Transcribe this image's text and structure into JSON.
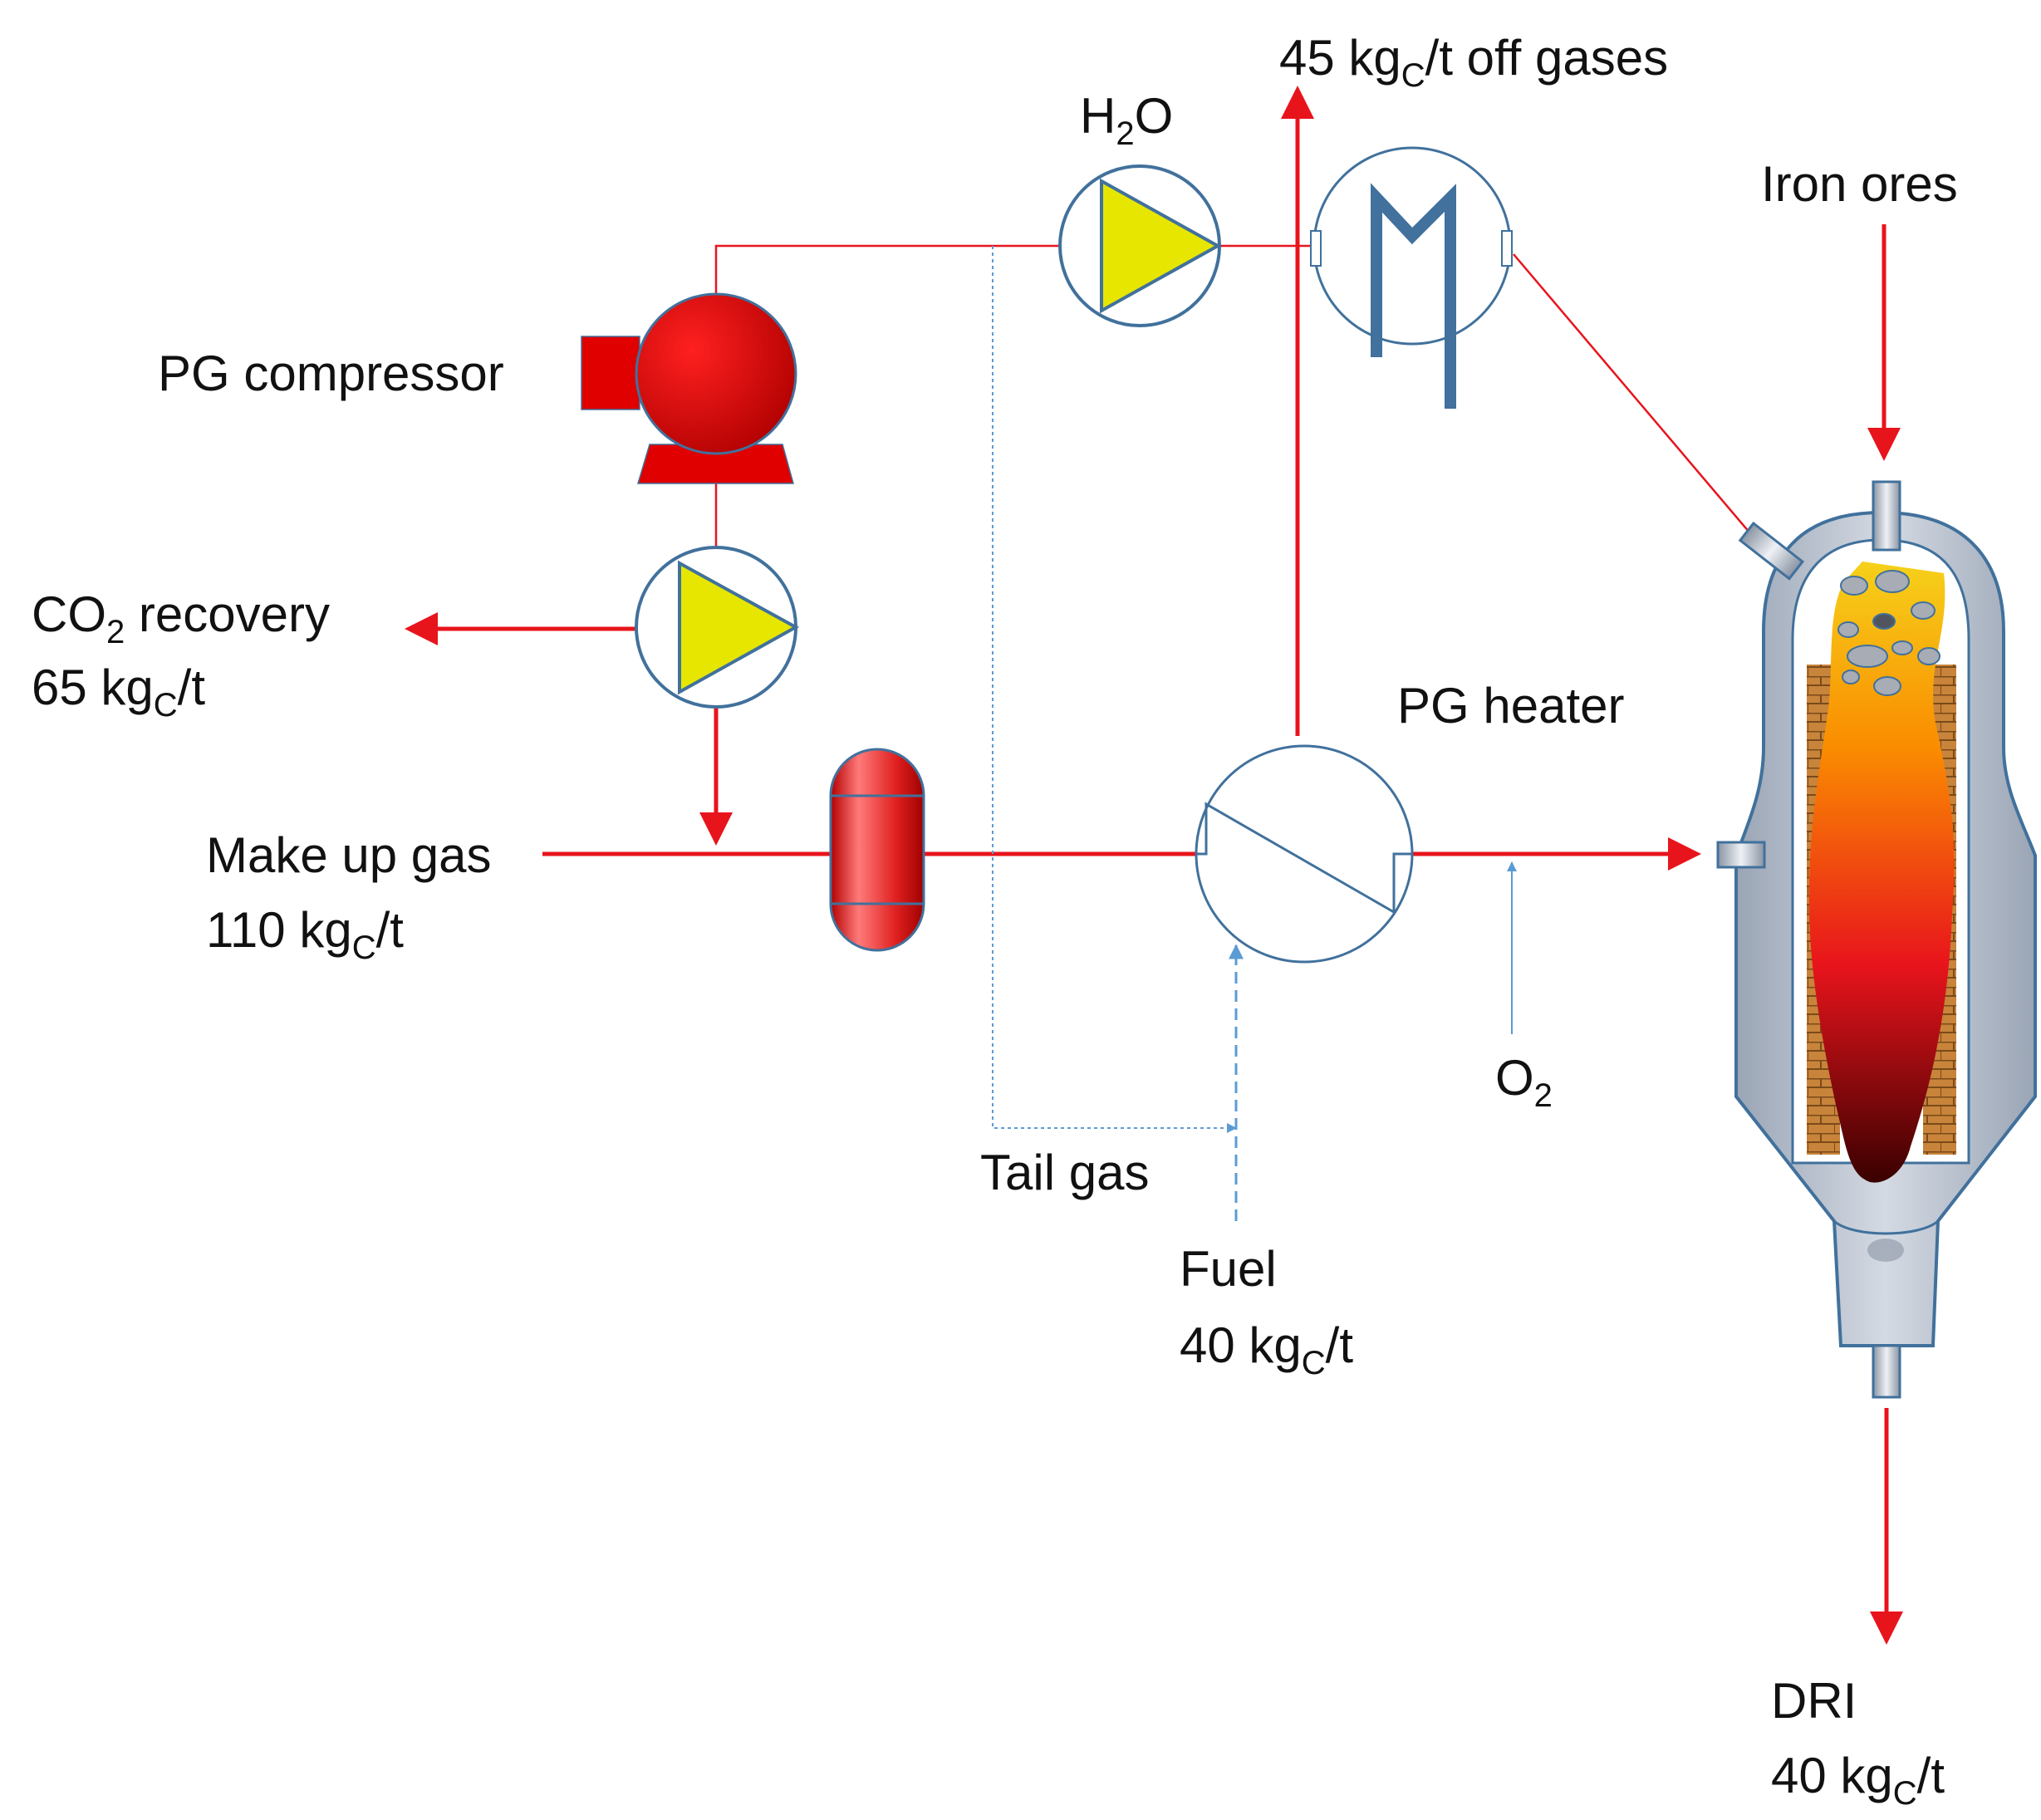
{
  "labels": {
    "off_gases": {
      "value": "45 kg",
      "sub": "C",
      "unit": "/t off gases"
    },
    "h2o": {
      "pre": "H",
      "sub": "2",
      "post": "O"
    },
    "iron_ores": "Iron ores",
    "pg_compressor": "PG compressor",
    "co2_recovery": {
      "pre": "CO",
      "sub": "2",
      "post": " recovery"
    },
    "co2_amount": {
      "value": "65 kg",
      "sub": "C",
      "unit": "/t"
    },
    "pg_heater": "PG heater",
    "make_up_gas": "Make up gas",
    "make_up_amount": {
      "value": "110 kg",
      "sub": "C",
      "unit": "/t"
    },
    "o2": {
      "pre": "O",
      "sub": "2"
    },
    "tail_gas": "Tail gas",
    "fuel": "Fuel",
    "fuel_amount": {
      "value": "40 kg",
      "sub": "C",
      "unit": "/t"
    },
    "dri": "DRI",
    "dri_amount": {
      "value": "40 kg",
      "sub": "C",
      "unit": "/t"
    }
  },
  "colors": {
    "gas_line": "#e8141c",
    "aux_line": "#5b9bd5",
    "equipment_outline": "#41719c",
    "equipment_red": "#e00000",
    "pump_triangle": "#e6e600",
    "reactor_shell": "#b8c2d0"
  }
}
